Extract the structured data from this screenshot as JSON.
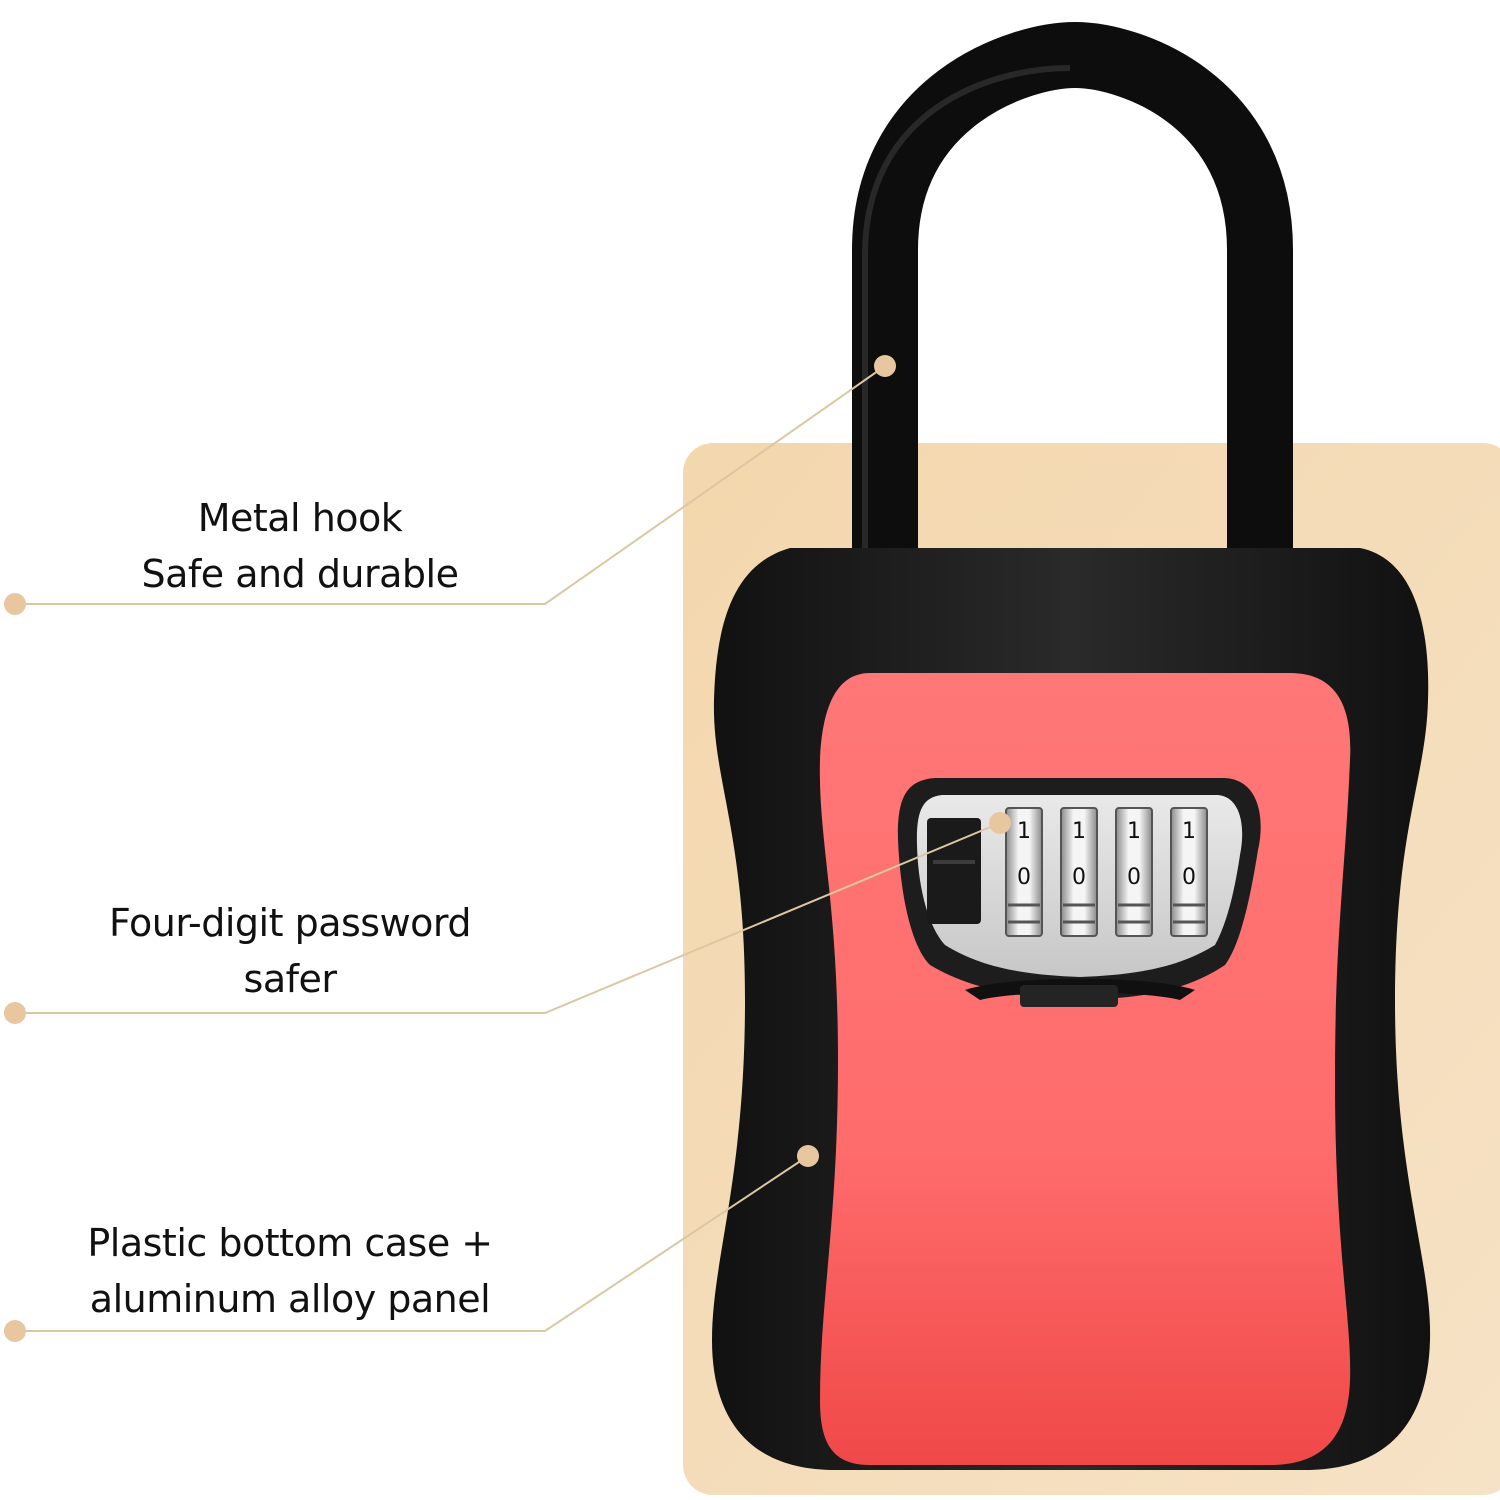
{
  "callouts": [
    {
      "id": "metal-hook",
      "lines": [
        "Metal hook",
        "Safe and durable"
      ]
    },
    {
      "id": "password",
      "lines": [
        "Four-digit password",
        "safer"
      ]
    },
    {
      "id": "case",
      "lines": [
        "Plastic bottom case +",
        "aluminum alloy panel"
      ]
    }
  ],
  "dial_digits": [
    "1",
    "0",
    "1",
    "0",
    "1",
    "0",
    "1",
    "0"
  ],
  "colors": {
    "accent": "#dfc8a4",
    "backdrop": "#f0d6ae",
    "body": "#1c1c1c",
    "panel": "#ff6a6a"
  }
}
